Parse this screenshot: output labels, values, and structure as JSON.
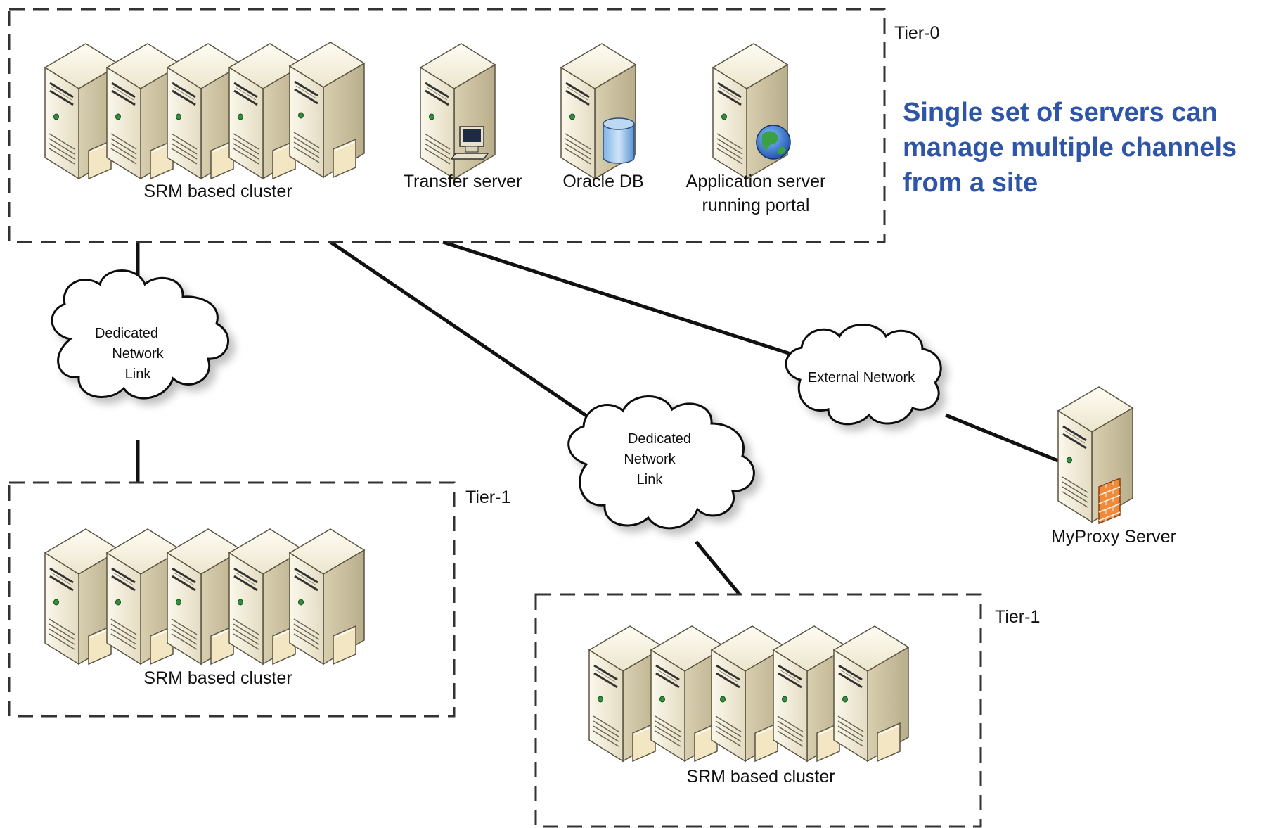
{
  "tiers": {
    "tier0": "Tier-0",
    "tier1_left": "Tier-1",
    "tier1_right": "Tier-1"
  },
  "labels": {
    "cluster_top": "SRM based cluster",
    "cluster_left": "SRM based cluster",
    "cluster_bottom": "SRM based cluster",
    "transfer_server": "Transfer server",
    "oracle_db": "Oracle DB",
    "app_server_line1": "Application server",
    "app_server_line2": "running portal",
    "myproxy": "MyProxy Server"
  },
  "clouds": {
    "dedicated_left": [
      "Dedicated",
      "Network",
      "Link"
    ],
    "dedicated_center": [
      "Dedicated",
      "Network",
      "Link"
    ],
    "external": "External Network"
  },
  "note": {
    "lines": [
      "Single set of servers can",
      "manage multiple channels",
      "from a site"
    ],
    "color": "#2e55a8"
  },
  "icons": {
    "server": "server-tower-icon",
    "computer": "desktop-computer-icon",
    "database": "database-cylinder-icon",
    "globe": "globe-icon",
    "firewall": "firewall-brick-icon",
    "cloud": "network-cloud-icon"
  }
}
